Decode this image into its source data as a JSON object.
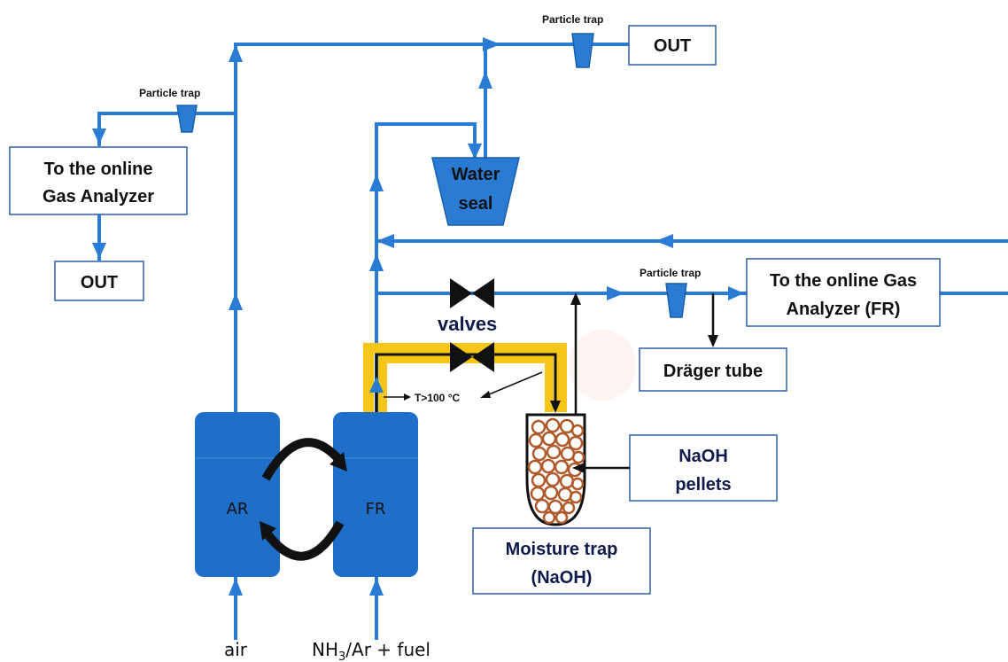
{
  "colors": {
    "pipe": "#2a7bd4",
    "reactor": "#1e6fc9",
    "heat_trace": "#f5c518",
    "valve": "#111111",
    "box_border": "#2d5fa8",
    "pellet": "#b05a2b",
    "navy": "#0e1a4a"
  },
  "labels": {
    "particle_trap_top": "Particle trap",
    "particle_trap_left": "Particle trap",
    "particle_trap_right": "Particle trap",
    "out_top": "OUT",
    "out_left": "OUT",
    "gas_analyzer_left_line1": "To the online",
    "gas_analyzer_left_line2": "Gas Analyzer",
    "gas_analyzer_fr_line1": "To the online Gas",
    "gas_analyzer_fr_line2": "Analyzer (FR)",
    "water_seal_line1": "Water",
    "water_seal_line2": "seal",
    "valves": "valves",
    "temperature": "T>100 °C",
    "drager_tube": "Dräger tube",
    "naoh_pellets_line1": "NaOH",
    "naoh_pellets_line2": "pellets",
    "moisture_trap_line1": "Moisture trap",
    "moisture_trap_line2": "(NaOH)",
    "reactor_ar": "AR",
    "reactor_fr": "FR",
    "feed_air": "air",
    "feed_fuel_nh": "NH",
    "feed_fuel_sub": "3",
    "feed_fuel_rest": "/Ar + fuel"
  },
  "icons": [
    "particle-trap-icon",
    "valve-icon",
    "arrow-icon",
    "circulation-arrow-icon",
    "moisture-trap-icon",
    "water-seal-icon"
  ]
}
